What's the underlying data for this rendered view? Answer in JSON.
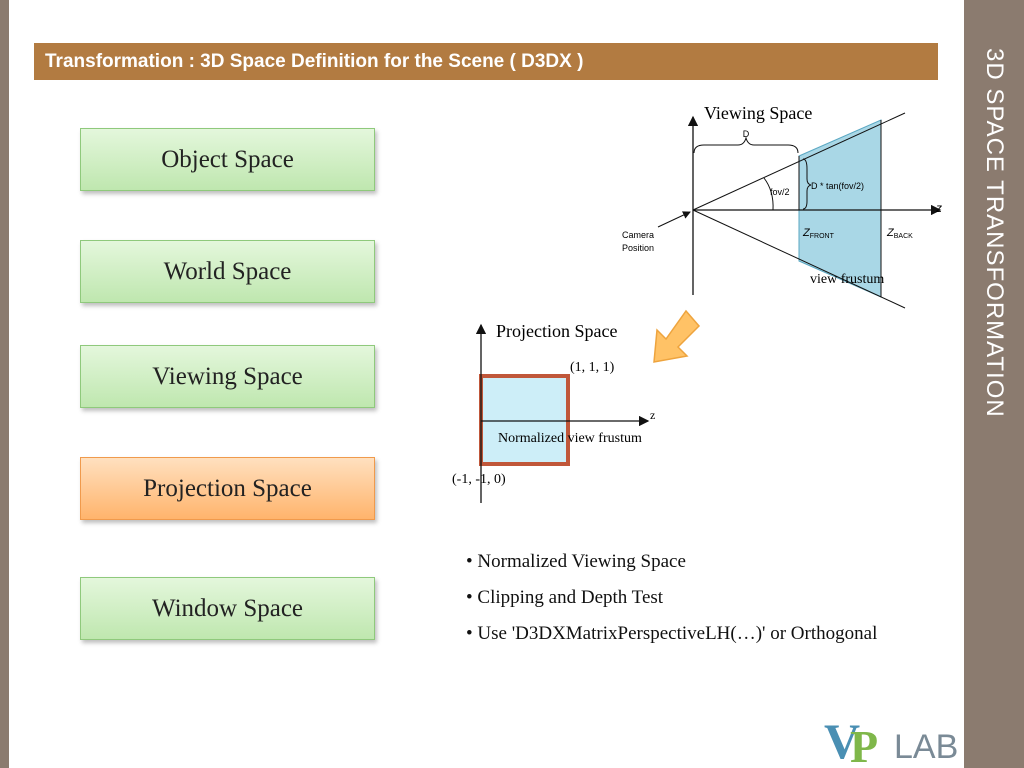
{
  "header": {
    "title": "Transformation : 3D Space Definition for the Scene ( D3DX )"
  },
  "sidebar": {
    "title": "3D SPACE TRANSFORMATION"
  },
  "spaces": [
    {
      "label": "Object Space",
      "highlight": false
    },
    {
      "label": "World Space",
      "highlight": false
    },
    {
      "label": "Viewing Space",
      "highlight": false
    },
    {
      "label": "Projection Space",
      "highlight": true
    },
    {
      "label": "Window Space",
      "highlight": false
    }
  ],
  "viewing_diagram": {
    "title": "Viewing Space",
    "d_label": "D",
    "tan_label": "D * tan(fov/2)",
    "fov_label": "fov/2",
    "z_label": "z",
    "camera_label_1": "Camera",
    "camera_label_2": "Position",
    "zfront_main": "Z",
    "zfront_sub": "FRONT",
    "zback_main": "Z",
    "zback_sub": "BACK",
    "frustum_label": "view frustum"
  },
  "projection_diagram": {
    "title": "Projection Space",
    "top_corner": "(1, 1, 1)",
    "bottom_corner": "(-1, -1, 0)",
    "z_label": "z",
    "frustum_label": "Normalized view frustum"
  },
  "bullets": [
    "• Normalized Viewing Space",
    "• Clipping and Depth Test",
    "• Use 'D3DXMatrixPerspectiveLH(…)' or Orthogonal"
  ],
  "logo": {
    "v": "V",
    "p": "P",
    "lab": "LAB"
  },
  "colors": {
    "header": "#b27b41",
    "sidebar": "#8b7b6f",
    "green_box": "#c9ecbb",
    "orange_box": "#ffc48a",
    "frustum_fill": "#a9d7e6",
    "normalized_box_fill": "#cdeef8",
    "normalized_box_stroke": "#c0573a",
    "arrow_fill": "#ffc266"
  }
}
